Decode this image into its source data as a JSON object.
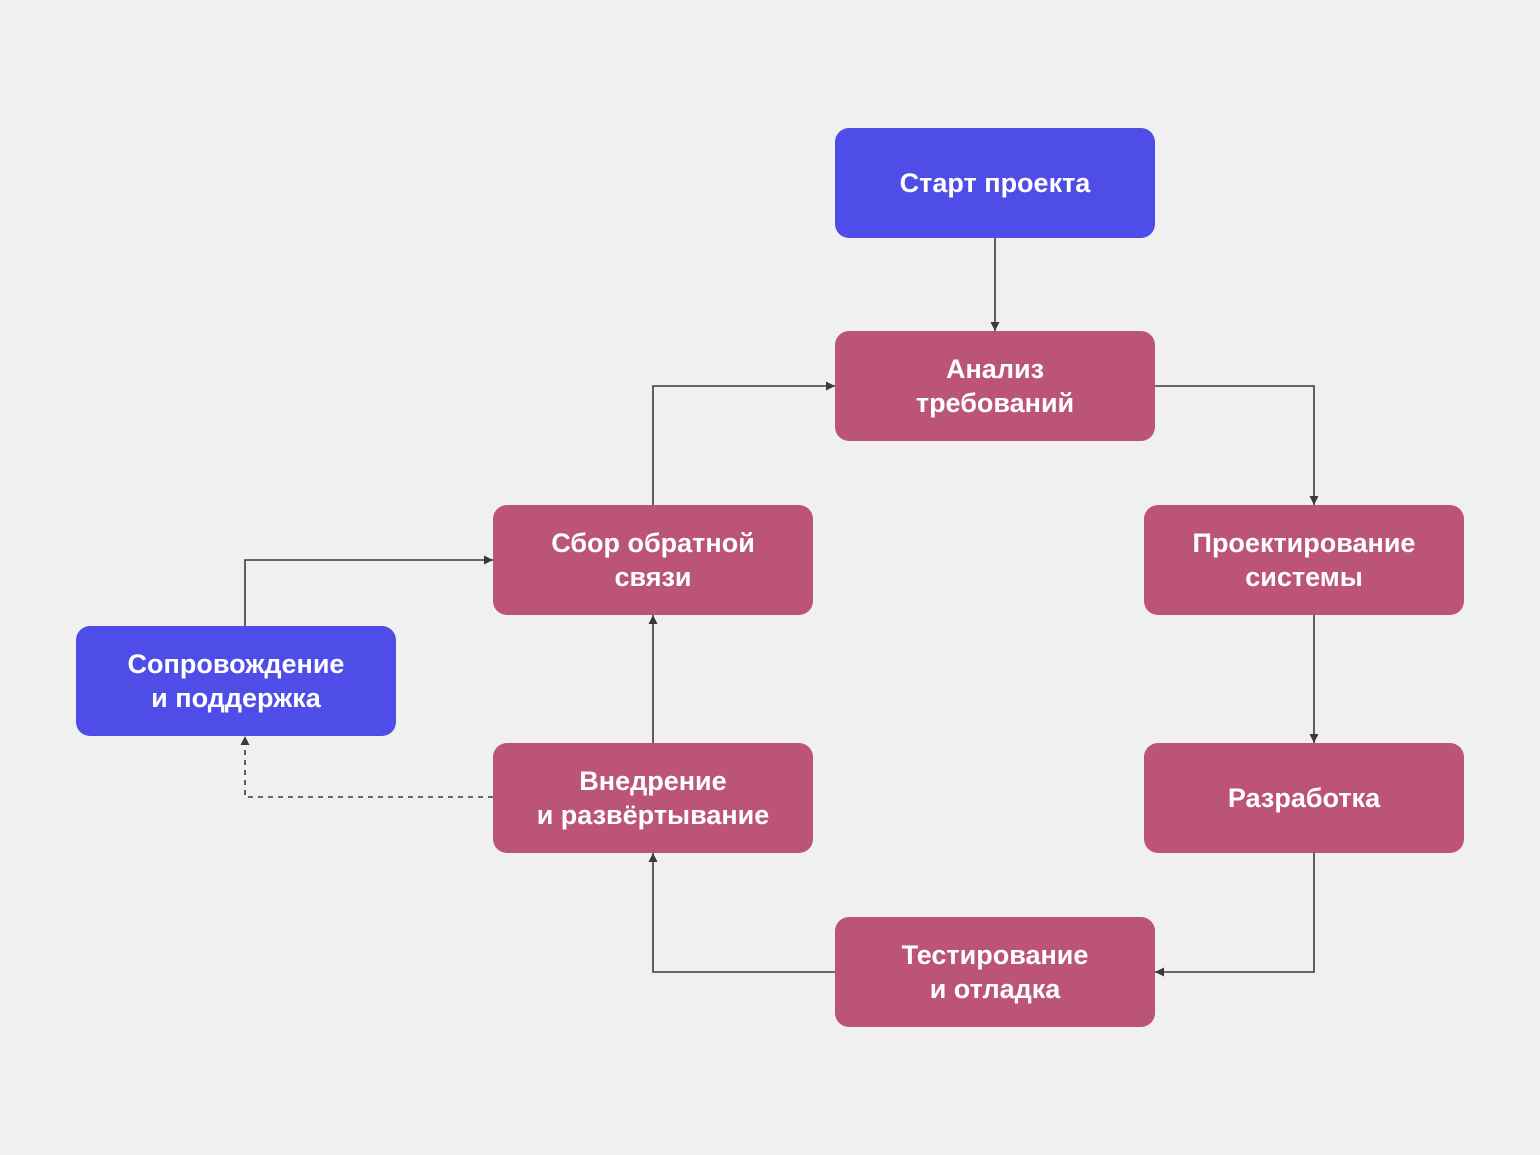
{
  "diagram": {
    "nodes": [
      {
        "id": "start",
        "label": "Старт проекта",
        "kind": "primary"
      },
      {
        "id": "analysis",
        "label": "Анализ\nтребований",
        "kind": "secondary"
      },
      {
        "id": "design",
        "label": "Проектирование\nсистемы",
        "kind": "secondary"
      },
      {
        "id": "dev",
        "label": "Разработка",
        "kind": "secondary"
      },
      {
        "id": "test",
        "label": "Тестирование\nи отладка",
        "kind": "secondary"
      },
      {
        "id": "deploy",
        "label": "Внедрение\nи развёртывание",
        "kind": "secondary"
      },
      {
        "id": "feedback",
        "label": "Сбор обратной\nсвязи",
        "kind": "secondary"
      },
      {
        "id": "support",
        "label": "Сопровождение\nи поддержка",
        "kind": "primary"
      }
    ],
    "edges": [
      {
        "from": "start",
        "to": "analysis",
        "style": "solid"
      },
      {
        "from": "analysis",
        "to": "design",
        "style": "solid"
      },
      {
        "from": "design",
        "to": "dev",
        "style": "solid"
      },
      {
        "from": "dev",
        "to": "test",
        "style": "solid"
      },
      {
        "from": "test",
        "to": "deploy",
        "style": "solid"
      },
      {
        "from": "deploy",
        "to": "feedback",
        "style": "solid"
      },
      {
        "from": "feedback",
        "to": "analysis",
        "style": "solid"
      },
      {
        "from": "support",
        "to": "feedback",
        "style": "solid"
      },
      {
        "from": "deploy",
        "to": "support",
        "style": "dashed"
      }
    ]
  },
  "colors": {
    "background": "#f0f0f0",
    "primary_node": "#4f4de8",
    "secondary_node": "#bb5477",
    "node_text": "#ffffff",
    "connector": "#3a3a3a"
  }
}
